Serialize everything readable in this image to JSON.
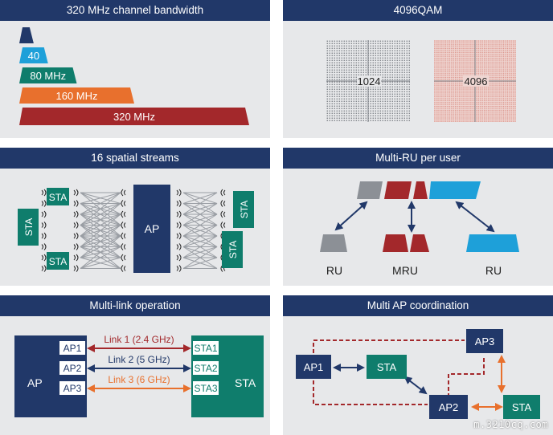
{
  "colors": {
    "navy": "#213869",
    "green": "#0f7d6c",
    "blue": "#1ea0d9",
    "orange": "#e8702d",
    "darkred": "#a3282b",
    "gray": "#8c9096",
    "panel": "#e7e8ea",
    "stream_gray": "#9a9ea4"
  },
  "bandwidth": {
    "title": "320 MHz channel bandwidth",
    "bars": [
      {
        "label": "",
        "mhz": 20,
        "color": "#213869"
      },
      {
        "label": "40",
        "mhz": 40,
        "color": "#1ea0d9"
      },
      {
        "label": "80 MHz",
        "mhz": 80,
        "color": "#0f7d6c"
      },
      {
        "label": "160 MHz",
        "mhz": 160,
        "color": "#e8702d"
      },
      {
        "label": "320 MHz",
        "mhz": 320,
        "color": "#a3282b"
      }
    ]
  },
  "qam": {
    "title": "4096QAM",
    "left_label": "1024",
    "right_label": "4096"
  },
  "streams": {
    "title": "16 spatial streams",
    "ap_label": "AP",
    "sta_label": "STA",
    "stream_count": 16
  },
  "multiru": {
    "title": "Multi-RU per user",
    "labels": {
      "ru_left": "RU",
      "mru": "MRU",
      "ru_right": "RU"
    }
  },
  "multilink": {
    "title": "Multi-link operation",
    "ap_label": "AP",
    "sta_label": "STA",
    "aps": [
      "AP1",
      "AP2",
      "AP3"
    ],
    "stas": [
      "STA1",
      "STA2",
      "STA3"
    ],
    "links": [
      {
        "label": "Link 1 (2.4 GHz)",
        "color": "#a3282b"
      },
      {
        "label": "Link 2 (5 GHz)",
        "color": "#213869"
      },
      {
        "label": "Link 3 (6 GHz)",
        "color": "#e8702d"
      }
    ]
  },
  "multiap": {
    "title": "Multi AP coordination",
    "nodes": {
      "ap1": "AP1",
      "ap2": "AP2",
      "ap3": "AP3",
      "sta_mid": "STA",
      "sta_right": "STA"
    }
  },
  "watermark": "m.3210cq.com"
}
